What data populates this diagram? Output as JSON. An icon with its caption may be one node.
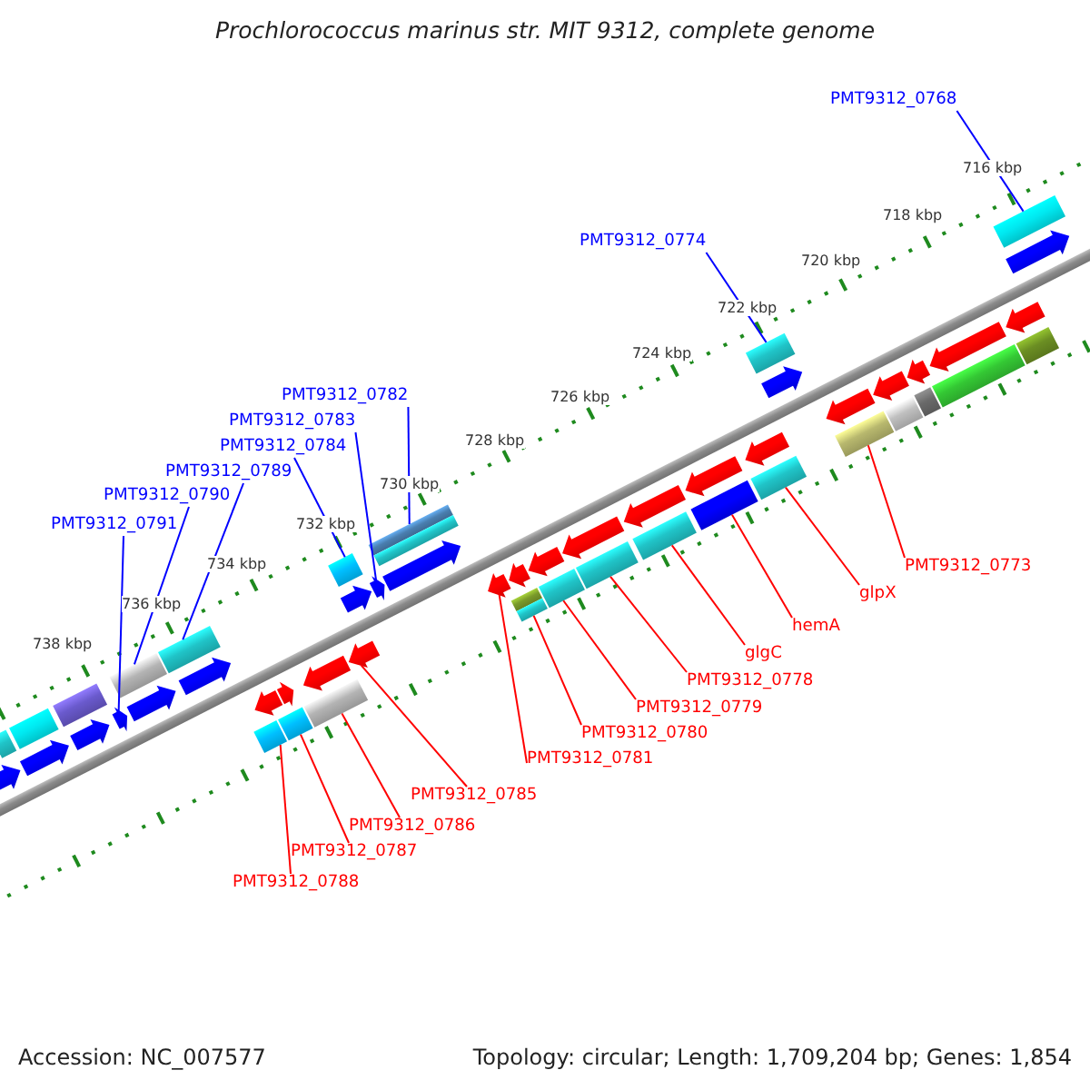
{
  "diagram": {
    "title": "Prochlorococcus marinus str. MIT 9312, complete genome",
    "nodes": [
      {
        "text": [
          "PMT9312_0768"
        ]
      },
      {
        "text": [
          "PMT9312_0774"
        ]
      },
      {
        "text": [
          "PMT9312_0782"
        ]
      },
      {
        "text": [
          "PMT9312_0783"
        ]
      },
      {
        "text": [
          "PMT9312_0784"
        ]
      },
      {
        "text": [
          "PMT9312_0789"
        ]
      },
      {
        "text": [
          "PMT9312_0790"
        ]
      },
      {
        "text": [
          "PMT9312_0791"
        ]
      },
      {
        "text": [
          "PMT9312_0773"
        ]
      },
      {
        "text": [
          "glpX"
        ]
      },
      {
        "text": [
          "hemA"
        ]
      },
      {
        "text": [
          "glgC"
        ]
      },
      {
        "text": [
          "PMT9312_0778"
        ]
      },
      {
        "text": [
          "PMT9312_0779"
        ]
      },
      {
        "text": [
          "PMT9312_0780"
        ]
      },
      {
        "text": [
          "PMT9312_0781"
        ]
      },
      {
        "text": [
          "PMT9312_0785"
        ]
      },
      {
        "text": [
          "PMT9312_0786"
        ]
      },
      {
        "text": [
          "PMT9312_0787"
        ]
      },
      {
        "text": [
          "PMT9312_0788"
        ]
      },
      {
        "text": [],
        "shape": "pentagon"
      },
      {
        "text": [],
        "shape": "box"
      },
      {
        "text": [],
        "shape": "pentagon"
      },
      {
        "text": [],
        "shape": "box"
      },
      {
        "text": [],
        "shape": "pentagon"
      },
      {
        "text": [],
        "shape": "box"
      },
      {
        "text": [],
        "shape": "pentagon"
      },
      {
        "text": [],
        "shape": "box"
      },
      {
        "text": [],
        "shape": "pentagon"
      },
      {
        "text": [],
        "shape": "box"
      },
      {
        "text": [],
        "shape": "pentagon"
      },
      {
        "text": [],
        "shape": "box"
      },
      {
        "text": [],
        "shape": "pentagon"
      },
      {
        "text": [],
        "shape": "box"
      },
      {
        "text": [],
        "shape": "pentagon"
      },
      {
        "text": [],
        "shape": "box"
      },
      {
        "text": [],
        "shape": "pentagon"
      },
      {
        "text": [],
        "shape": "pentagon"
      },
      {
        "text": [],
        "shape": "pentagon"
      },
      {
        "text": [],
        "shape": "box"
      },
      {
        "text": [],
        "shape": "pentagon"
      },
      {
        "text": [],
        "shape": "pentagon"
      },
      {
        "text": [],
        "shape": "box"
      },
      {
        "text": [],
        "shape": "pentagon"
      },
      {
        "text": [],
        "shape": "box"
      },
      {
        "text": [],
        "shape": "pentagon"
      },
      {
        "text": [],
        "shape": "pentagon"
      },
      {
        "text": [],
        "shape": "box"
      },
      {
        "text": [],
        "shape": "pentagon"
      },
      {
        "text": [],
        "shape": "box"
      },
      {
        "text": [],
        "shape": "pentagon"
      },
      {
        "text": [],
        "shape": "box"
      },
      {
        "text": [],
        "shape": "box"
      },
      {
        "text": [],
        "shape": "pentagon"
      },
      {
        "text": [],
        "shape": "box"
      },
      {
        "text": [],
        "shape": "pentagon"
      },
      {
        "text": [],
        "shape": "box"
      },
      {
        "text": [],
        "shape": "pentagon"
      },
      {
        "text": [],
        "shape": "pentagon"
      },
      {
        "text": [],
        "shape": "box"
      },
      {
        "text": [],
        "shape": "pentagon"
      },
      {
        "text": [],
        "shape": "box"
      },
      {
        "text": [],
        "shape": "box"
      },
      {
        "text": [],
        "shape": "pentagon"
      },
      {
        "text": [],
        "shape": "box"
      },
      {
        "text": [],
        "shape": "pentagon"
      },
      {
        "text": [],
        "shape": "pentagon"
      },
      {
        "text": [],
        "shape": "box"
      },
      {
        "text": [],
        "shape": "pentagon"
      },
      {
        "text": [],
        "shape": "box"
      }
    ],
    "edges": [
      {
        "from": 0,
        "to": 69,
        "arrow": "none",
        "color": "#0000ff"
      },
      {
        "from": 1,
        "to": 56,
        "arrow": "none",
        "color": "#0000ff"
      },
      {
        "from": 2,
        "to": 42,
        "arrow": "none",
        "color": "#0000ff"
      },
      {
        "from": 3,
        "to": 40,
        "arrow": "none",
        "color": "#0000ff"
      },
      {
        "from": 4,
        "to": 39,
        "arrow": "none",
        "color": "#0000ff"
      },
      {
        "from": 5,
        "to": 29,
        "arrow": "none",
        "color": "#0000ff"
      },
      {
        "from": 6,
        "to": 27,
        "arrow": "none",
        "color": "#0000ff"
      },
      {
        "from": 7,
        "to": 26,
        "arrow": "none",
        "color": "#0000ff"
      },
      {
        "from": 8,
        "to": 59,
        "arrow": "none"
      },
      {
        "from": 9,
        "to": 54,
        "arrow": "none"
      },
      {
        "from": 10,
        "to": 52,
        "arrow": "none"
      },
      {
        "from": 11,
        "to": 51,
        "arrow": "none"
      },
      {
        "from": 12,
        "to": 49,
        "arrow": "none"
      },
      {
        "from": 13,
        "to": 47,
        "arrow": "none"
      },
      {
        "from": 14,
        "to": 44,
        "arrow": "none"
      },
      {
        "from": 15,
        "to": 43,
        "arrow": "none"
      },
      {
        "from": 16,
        "to": 37,
        "arrow": "none"
      },
      {
        "from": 17,
        "to": 35,
        "arrow": "none"
      },
      {
        "from": 18,
        "to": 33,
        "arrow": "none"
      },
      {
        "from": 19,
        "to": 31,
        "arrow": "none"
      }
    ],
    "labels": [
      "716 kbp",
      "718 kbp",
      "720 kbp",
      "722 kbp",
      "724 kbp",
      "726 kbp",
      "728 kbp",
      "730 kbp",
      "732 kbp",
      "734 kbp",
      "736 kbp",
      "738 kbp",
      "Accession: NC_007577",
      "Topology: circular; Length: 1,709,204 bp; Genes: 1,854"
    ]
  }
}
